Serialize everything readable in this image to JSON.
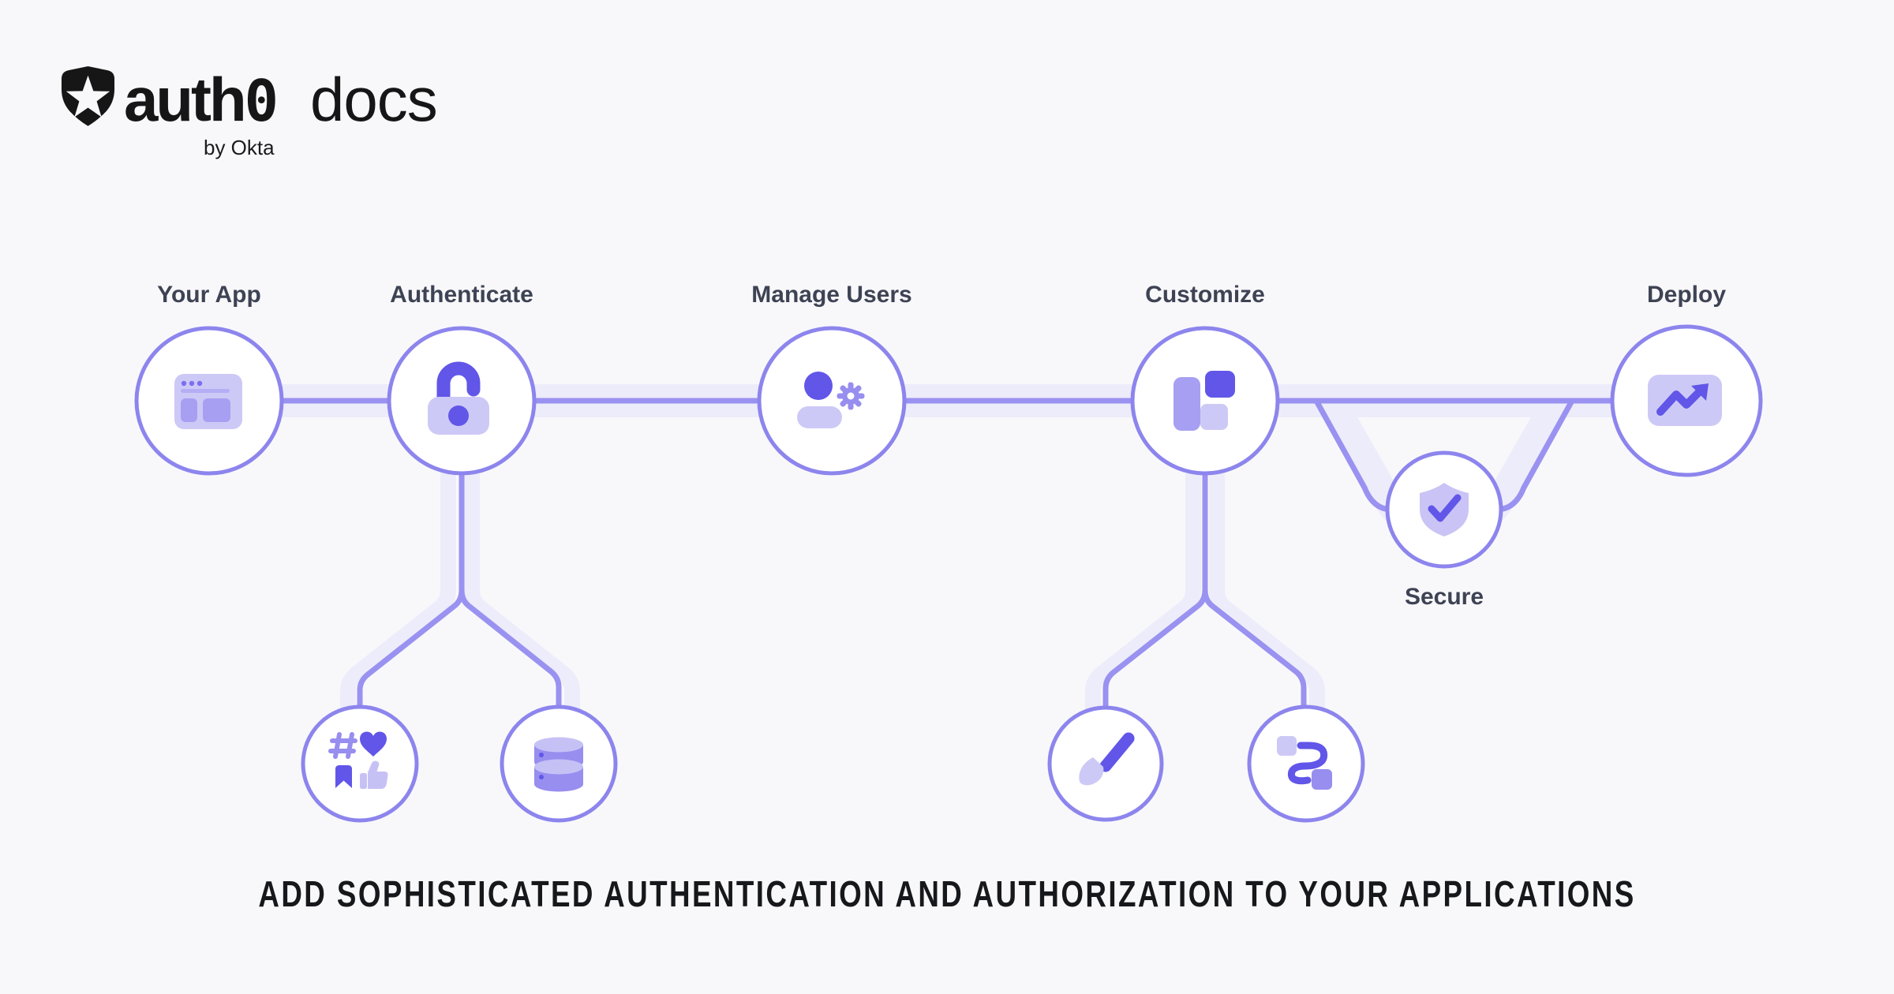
{
  "theme": {
    "bg": "#f8f8fb",
    "node-border": "#8d85ed",
    "line": "#9a92f0",
    "band": "#edecfa",
    "purple-dark": "#6156e8",
    "purple-mid": "#978eef",
    "purple-mid2": "#a79ff2",
    "purple-light": "#cdc9f6",
    "purple-soft": "#b4aef4",
    "label": "#3e4354",
    "heading": "#17181c",
    "logo": "#161616"
  },
  "logo": {
    "brand": "auth",
    "zero": "0",
    "product": "docs",
    "byline": "by Okta"
  },
  "diagram": {
    "nodes": [
      {
        "id": "your-app",
        "label": "Your App",
        "icon": "browser-window-icon"
      },
      {
        "id": "authenticate",
        "label": "Authenticate",
        "icon": "open-padlock-icon"
      },
      {
        "id": "manage-users",
        "label": "Manage Users",
        "icon": "user-gear-icon"
      },
      {
        "id": "customize",
        "label": "Customize",
        "icon": "layout-blocks-icon"
      },
      {
        "id": "deploy",
        "label": "Deploy",
        "icon": "trending-up-chart-icon"
      },
      {
        "id": "secure",
        "label": "Secure",
        "icon": "shield-check-icon"
      }
    ],
    "sub_nodes": [
      {
        "id": "social-providers",
        "icon": "social-icons (hashtag, heart, bookmark, thumbs-up)",
        "parent": "authenticate"
      },
      {
        "id": "database",
        "icon": "database-icon",
        "parent": "authenticate"
      },
      {
        "id": "branding",
        "icon": "paintbrush-icon",
        "parent": "customize"
      },
      {
        "id": "workflow",
        "icon": "workflow-squiggle-icon",
        "parent": "customize"
      }
    ]
  },
  "heading": "ADD SOPHISTICATED AUTHENTICATION AND AUTHORIZATION TO YOUR APPLICATIONS"
}
